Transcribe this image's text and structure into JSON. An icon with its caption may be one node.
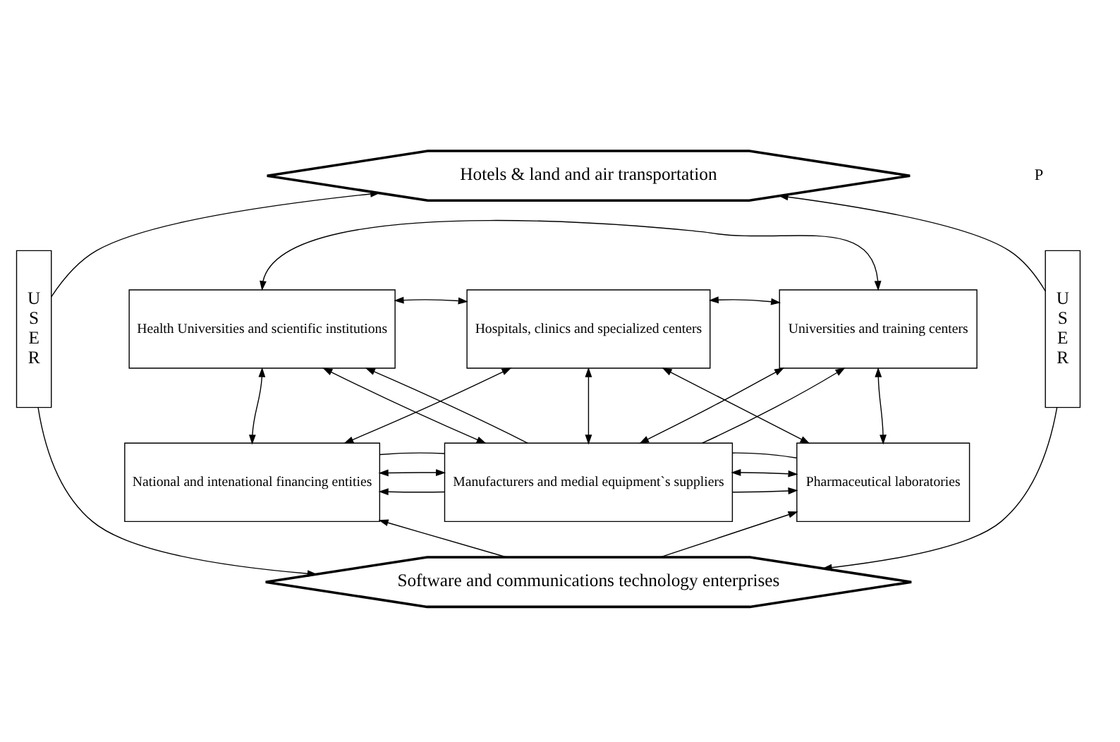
{
  "diagram": {
    "nodes": [
      {
        "text": [
          "Hotels & land and air transportation"
        ]
      },
      {
        "text": [
          "Health Universities and scientific institutions"
        ]
      },
      {
        "text": [
          "Hospitals, clinics and specialized centers"
        ]
      },
      {
        "text": [
          "Universities and training centers"
        ]
      },
      {
        "text": [
          "National and intenational financing entities"
        ]
      },
      {
        "text": [
          "Manufacturers and medial equipment`s suppliers"
        ]
      },
      {
        "text": [
          "Pharmaceutical laboratories"
        ]
      },
      {
        "text": [
          "Software and communications technology enterprises"
        ]
      },
      {
        "text": [
          "U S E R"
        ]
      },
      {
        "text": [
          "U S E R"
        ]
      }
    ],
    "edges": [
      {
        "from": 8,
        "to": 0,
        "arrow": "to"
      },
      {
        "from": 9,
        "to": 0,
        "arrow": "to"
      },
      {
        "from": 1,
        "to": 3,
        "arrow": "both"
      },
      {
        "from": 1,
        "to": 2,
        "arrow": "both"
      },
      {
        "from": 2,
        "to": 3,
        "arrow": "both"
      },
      {
        "from": 1,
        "to": 4,
        "arrow": "both"
      },
      {
        "from": 2,
        "to": 5,
        "arrow": "both"
      },
      {
        "from": 3,
        "to": 6,
        "arrow": "both"
      },
      {
        "from": 1,
        "to": 5,
        "arrow": "both"
      },
      {
        "from": 5,
        "to": 1,
        "arrow": "to"
      },
      {
        "from": 4,
        "to": 2,
        "arrow": "both"
      },
      {
        "from": 2,
        "to": 6,
        "arrow": "both"
      },
      {
        "from": 5,
        "to": 3,
        "arrow": "to"
      },
      {
        "from": 3,
        "to": 5,
        "arrow": "both"
      },
      {
        "from": 5,
        "to": 4,
        "arrow": "to"
      },
      {
        "from": 4,
        "to": 5,
        "arrow": "both"
      },
      {
        "from": 5,
        "to": 6,
        "arrow": "to"
      },
      {
        "from": 5,
        "to": 6,
        "arrow": "both"
      },
      {
        "from": 4,
        "to": 5,
        "arrow": "none"
      },
      {
        "from": 5,
        "to": 6,
        "arrow": "none"
      },
      {
        "from": 7,
        "to": 4,
        "arrow": "to"
      },
      {
        "from": 7,
        "to": 6,
        "arrow": "to"
      },
      {
        "from": 8,
        "to": 7,
        "arrow": "to"
      },
      {
        "from": 9,
        "to": 7,
        "arrow": "to"
      }
    ],
    "labels": [
      "P"
    ]
  }
}
